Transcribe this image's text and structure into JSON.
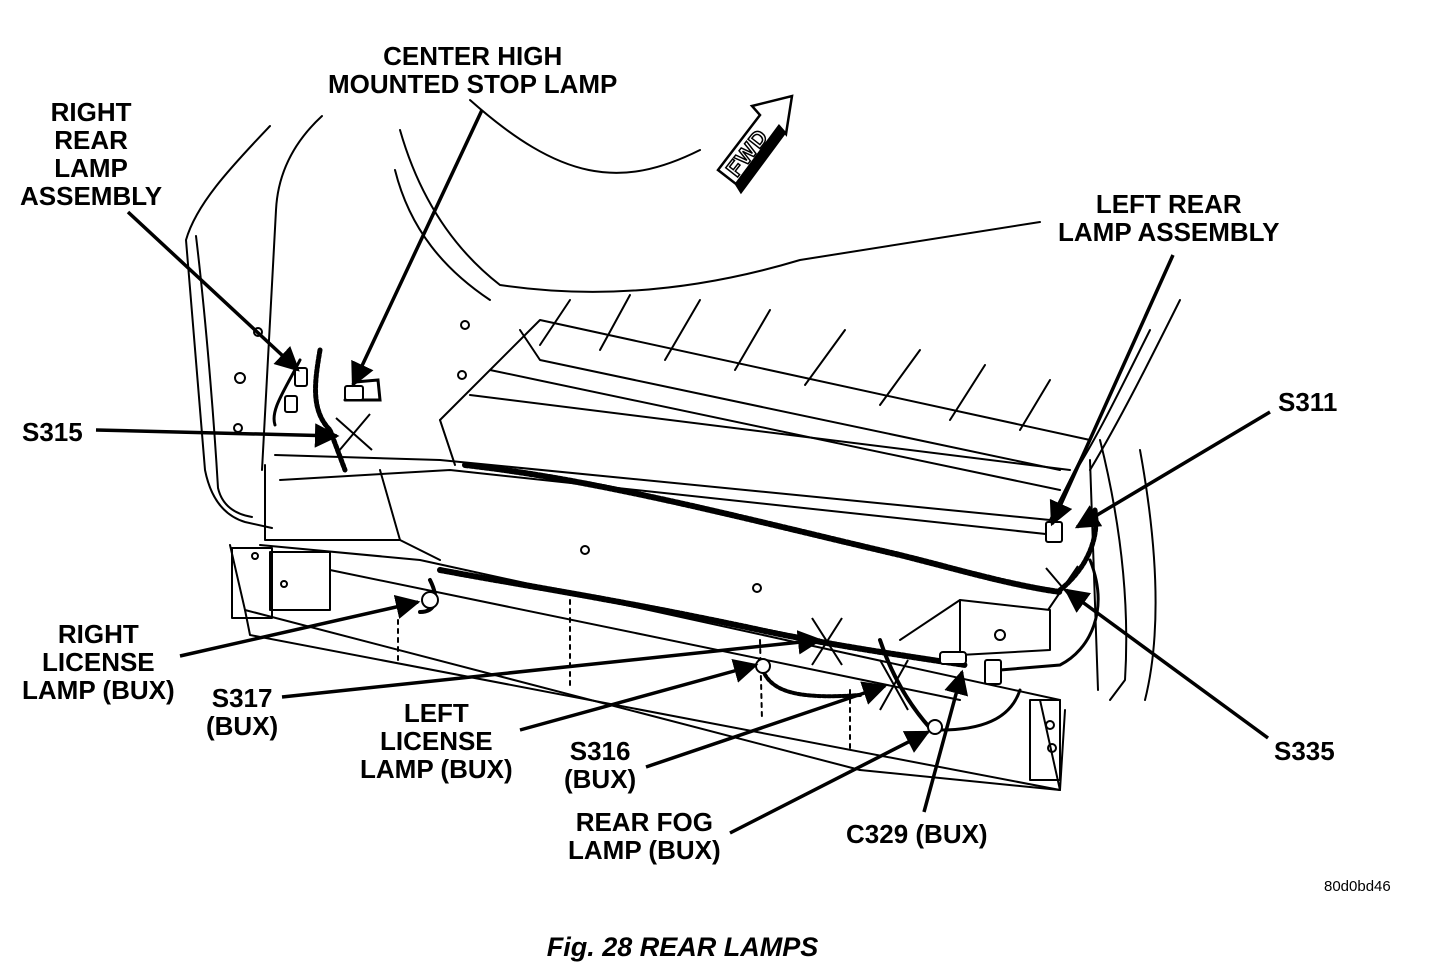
{
  "labels": {
    "center_high_mounted_stop_lamp": [
      "CENTER HIGH",
      "MOUNTED STOP LAMP"
    ],
    "right_rear_lamp_assembly": [
      "RIGHT",
      "REAR",
      "LAMP",
      "ASSEMBLY"
    ],
    "left_rear_lamp_assembly": [
      "LEFT REAR",
      "LAMP ASSEMBLY"
    ],
    "s315": [
      "S315"
    ],
    "s311": [
      "S311"
    ],
    "right_license_lamp": [
      "RIGHT",
      "LICENSE",
      "LAMP (BUX)"
    ],
    "s317": [
      "S317",
      "(BUX)"
    ],
    "left_license_lamp": [
      "LEFT",
      "LICENSE",
      "LAMP (BUX)"
    ],
    "s316": [
      "S316",
      "(BUX)"
    ],
    "rear_fog_lamp": [
      "REAR FOG",
      "LAMP (BUX)"
    ],
    "c329": [
      "C329 (BUX)"
    ],
    "s335": [
      "S335"
    ]
  },
  "fwd_arrow_text": "FWD",
  "figure_code": "80d0bd46",
  "caption": "Fig. 28 REAR LAMPS"
}
